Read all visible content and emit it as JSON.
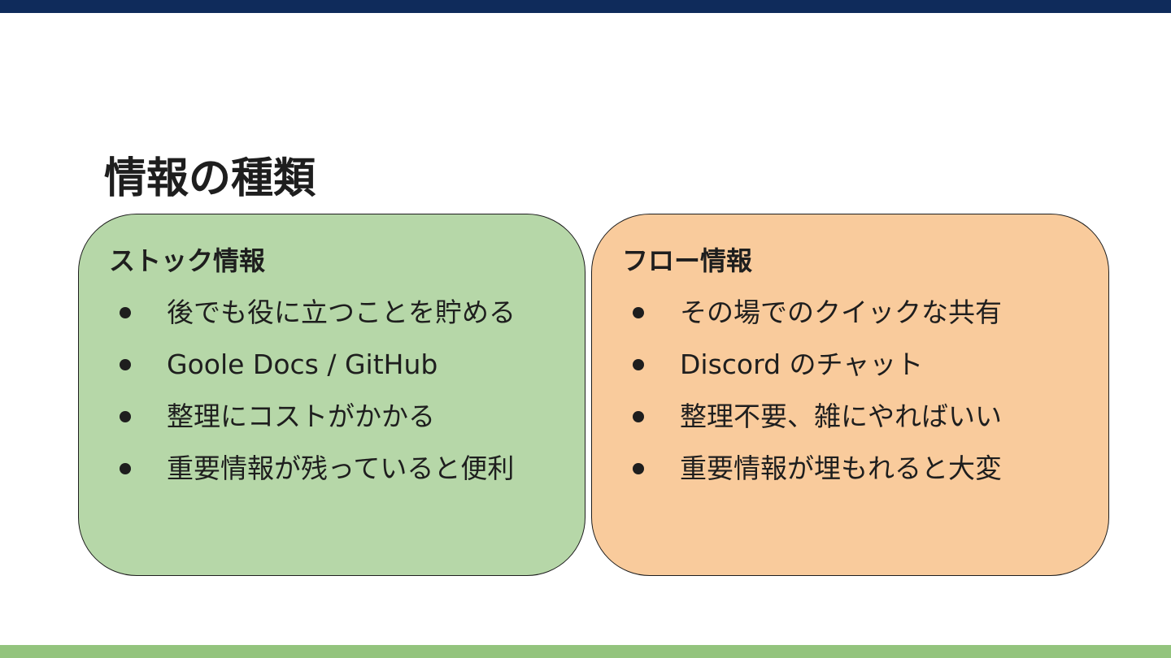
{
  "slide": {
    "title": "情報の種類",
    "colors": {
      "top_bar": "#0f2b5b",
      "bottom_bar": "#93c47d",
      "text": "#1e1e1e"
    }
  },
  "cards": [
    {
      "heading": "ストック情報",
      "background": "#b6d7a8",
      "items": [
        "後でも役に立つことを貯める",
        "Goole Docs / GitHub",
        "整理にコストがかかる",
        "重要情報が残っていると便利"
      ]
    },
    {
      "heading": "フロー情報",
      "background": "#f9cb9c",
      "items": [
        "その場でのクイックな共有",
        "Discord のチャット",
        "整理不要、雑にやればいい",
        "重要情報が埋もれると大変"
      ]
    }
  ]
}
